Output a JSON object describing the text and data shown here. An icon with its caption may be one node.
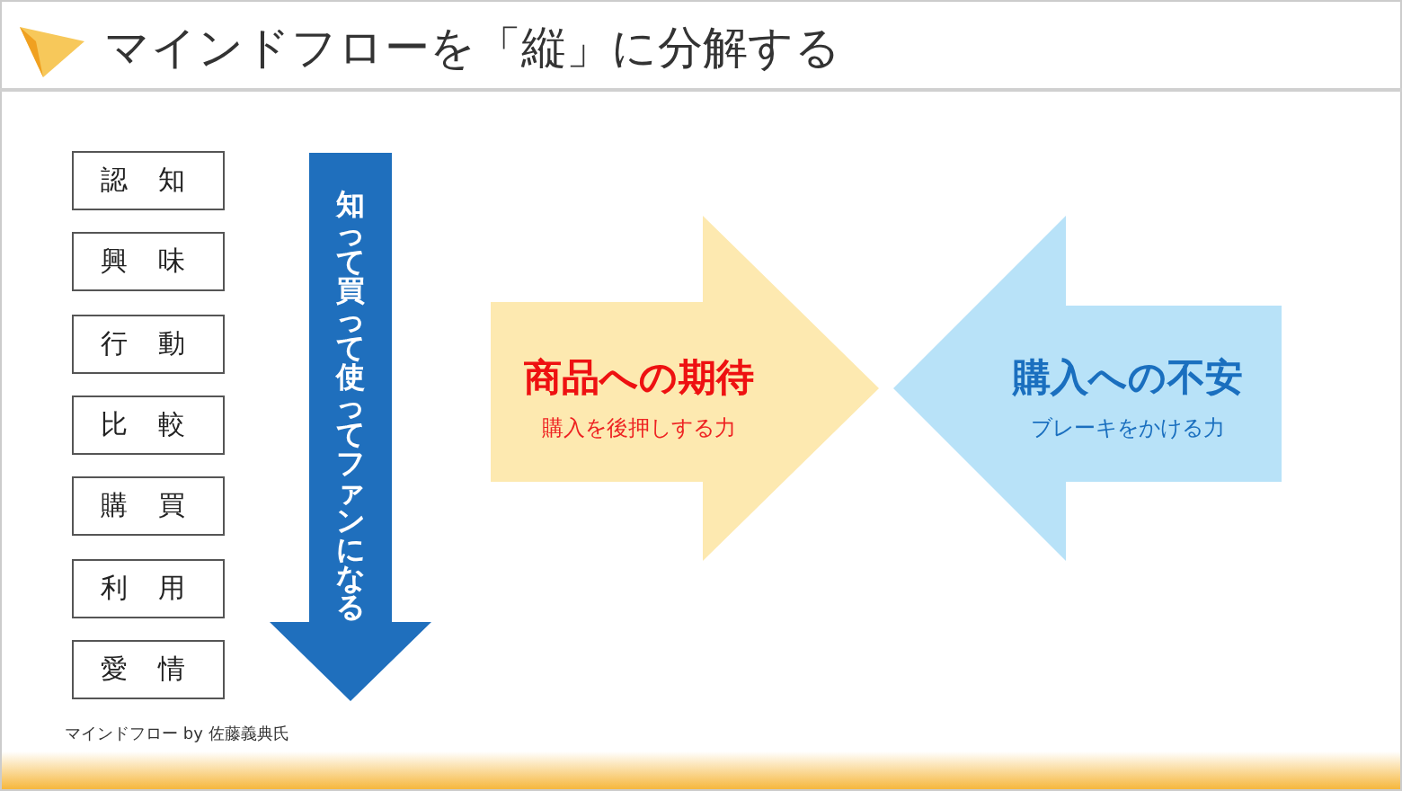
{
  "diagram": {
    "title": "マインドフローを「縦」に分解する",
    "nodes": [
      {
        "text": [
          "認 知"
        ]
      },
      {
        "text": [
          "興 味"
        ]
      },
      {
        "text": [
          "行 動"
        ]
      },
      {
        "text": [
          "比 較"
        ]
      },
      {
        "text": [
          "購 買"
        ]
      },
      {
        "text": [
          "利 用"
        ]
      },
      {
        "text": [
          "愛 情"
        ]
      },
      {
        "text": [
          "知って買って使ってファンになる"
        ]
      },
      {
        "text": [
          "商品への期待",
          "購入を後押しする力"
        ]
      },
      {
        "text": [
          "購入への不安",
          "ブレーキをかける力"
        ]
      }
    ],
    "labels": [
      "マインドフロー by 佐藤義典氏"
    ]
  }
}
